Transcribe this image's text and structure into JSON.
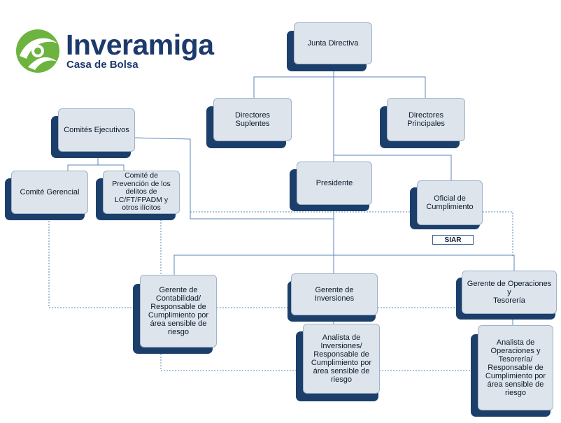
{
  "logo": {
    "name": "Inveramiga",
    "subtitle": "Casa de Bolsa"
  },
  "nodes": {
    "junta": "Junta Directiva",
    "suplentes": "Directores Suplentes",
    "principales": "Directores\nPrincipales",
    "comites": "Comités Ejecutivos",
    "gerencial": "Comité Gerencial",
    "prevencion": "Comité de\nPrevención de los\ndelitos de\nLC/FT/FPADM y\notros ilícitos",
    "presidente": "Presidente",
    "oficial": "Oficial de\nCumplimiento",
    "gerente_contabilidad": "Gerente de\nContabilidad/\nResponsable de\nCumplimiento por\nárea sensible de\nriesgo",
    "gerente_inversiones": "Gerente de Inversiones",
    "gerente_operaciones": "Gerente de Operaciones y\nTesorería",
    "analista_inversiones": "Analista de\nInversiones/\nResponsable de\nCumplimiento por\nárea sensible de\nriesgo",
    "analista_operaciones": "Analista de\nOperaciones y\nTesorería/\nResponsable de\nCumplimiento por\nárea sensible de\nriesgo"
  },
  "siar": "SIAR",
  "colors": {
    "shadow": "#1b3f6a",
    "card": "#dde4ec",
    "line": "#5b87b8",
    "logo_blue": "#1d3a6d",
    "logo_green": "#6db33f"
  }
}
